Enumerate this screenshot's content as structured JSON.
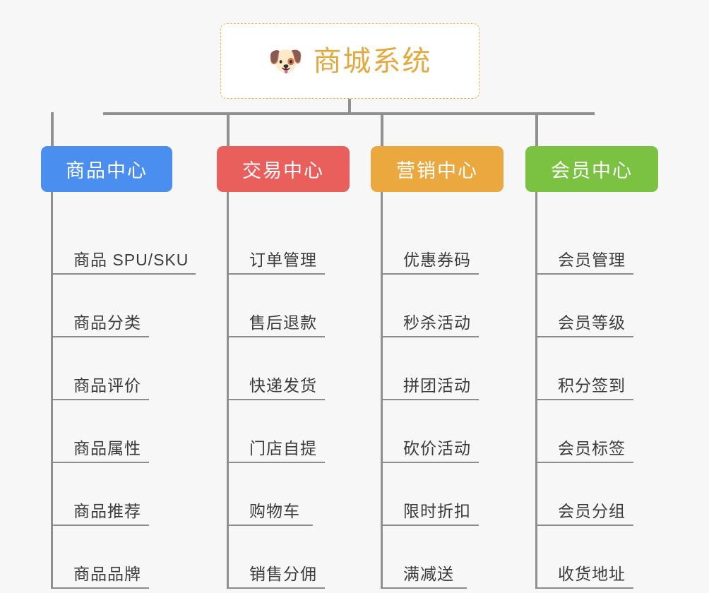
{
  "background_color": "#f7f7f7",
  "root": {
    "icon": "shiba-dog-face-emoji",
    "emoji": "🐶",
    "title": "商城系统",
    "title_color": "#e3a93e",
    "border_color": "#eeb44c"
  },
  "columns": [
    {
      "id": "product-center",
      "title": "商品中心",
      "color": "#4a8ef0",
      "items": [
        "商品 SPU/SKU",
        "商品分类",
        "商品评价",
        "商品属性",
        "商品推荐",
        "商品品牌"
      ]
    },
    {
      "id": "trade-center",
      "title": "交易中心",
      "color": "#e85f5c",
      "items": [
        "订单管理",
        "售后退款",
        "快递发货",
        "门店自提",
        "购物车",
        "销售分佣"
      ]
    },
    {
      "id": "marketing-center",
      "title": "营销中心",
      "color": "#eaa83e",
      "items": [
        "优惠券码",
        "秒杀活动",
        "拼团活动",
        "砍价活动",
        "限时折扣",
        "满减送"
      ]
    },
    {
      "id": "member-center",
      "title": "会员中心",
      "color": "#7cc242",
      "items": [
        "会员管理",
        "会员等级",
        "积分签到",
        "会员标签",
        "会员分组",
        "收货地址"
      ]
    }
  ]
}
